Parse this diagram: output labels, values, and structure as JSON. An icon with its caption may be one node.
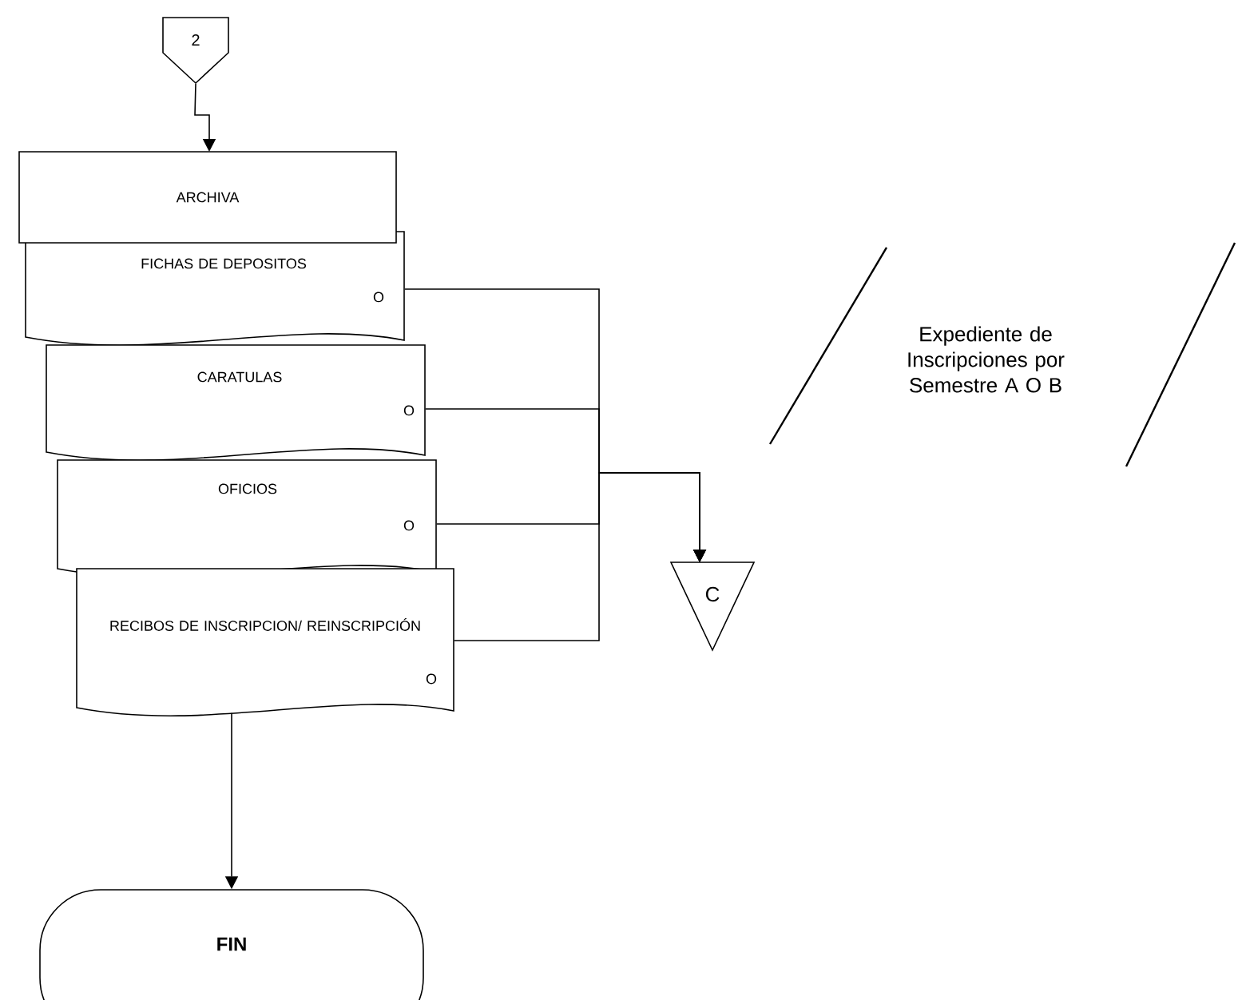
{
  "diagram": {
    "nodes": [
      {
        "text": [
          "2"
        ]
      },
      {
        "text": [
          "ARCHIVA"
        ]
      },
      {
        "text": [
          "FICHAS DE DEPOSITOS",
          "O"
        ]
      },
      {
        "text": [
          "CARATULAS",
          "O"
        ]
      },
      {
        "text": [
          "OFICIOS",
          "O"
        ]
      },
      {
        "text": [
          "RECIBOS DE INSCRIPCION/ REINSCRIPCIÓN",
          "O"
        ]
      },
      {
        "text": [
          "C"
        ]
      },
      {
        "text": [
          "FIN"
        ]
      }
    ],
    "edges": [
      {
        "from": 0,
        "to": 1,
        "arrow": "to"
      },
      {
        "from": 2,
        "to": 6,
        "arrow": "to"
      },
      {
        "from": 3,
        "to": 6,
        "arrow": "to"
      },
      {
        "from": 4,
        "to": 6,
        "arrow": "to"
      },
      {
        "from": 5,
        "to": 6,
        "arrow": "to"
      },
      {
        "from": 5,
        "to": 7,
        "arrow": "to"
      }
    ],
    "labels": [
      "Expediente de Inscripciones por Semestre A O B"
    ]
  }
}
